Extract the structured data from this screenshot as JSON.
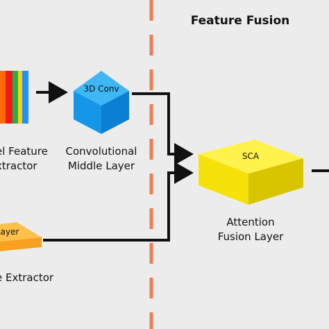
{
  "section_title": "Feature Fusion",
  "nodes": {
    "voxel_extractor": {
      "line1": "el Feature",
      "line2": "xtractor"
    },
    "conv_middle": {
      "box_text": "3D Conv",
      "line1": "Convolutional",
      "line2": "Middle Layer"
    },
    "attention_fusion": {
      "box_text": "SCA",
      "line1": "Attention",
      "line2": "Fusion Layer"
    },
    "point_extractor": {
      "box_text": "Layer",
      "line1": "e Extractor"
    }
  },
  "colors": {
    "divider": "#ec7d55",
    "arrow": "#111111",
    "conv_cube_top": "#3fb7f6",
    "conv_cube_front": "#1497e8",
    "conv_cube_side": "#0b7fd4",
    "sca_top": "#fff24a",
    "sca_front": "#f6e10a",
    "sca_side": "#d9c400",
    "orange_top": "#ffc04a",
    "orange_front": "#f8a020",
    "orange_side": "#e08a10",
    "stripes": [
      "#ff6a00",
      "#ef1a1a",
      "#22b14c",
      "#ffd200",
      "#1e90ff"
    ]
  }
}
